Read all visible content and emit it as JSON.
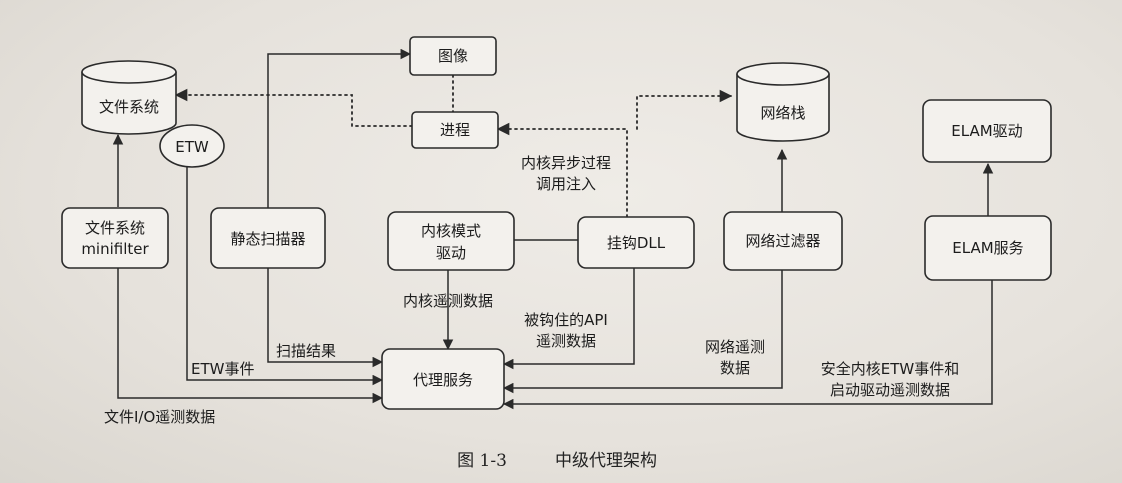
{
  "nodes": {
    "file_system": "文件系统",
    "etw": "ETW",
    "image": "图像",
    "process": "进程",
    "network_stack": "网络栈",
    "elam_driver": "ELAM驱动",
    "fs_minifilter_line1": "文件系统",
    "fs_minifilter_line2": "minifilter",
    "static_scanner": "静态扫描器",
    "kernel_driver_line1": "内核模式",
    "kernel_driver_line2": "驱动",
    "hooked_dll": "挂钩DLL",
    "network_filter": "网络过滤器",
    "elam_service": "ELAM服务",
    "agent_service": "代理服务"
  },
  "edge_labels": {
    "kernel_apc_line1": "内核异步过程",
    "kernel_apc_line2": "调用注入",
    "kernel_telemetry": "内核遥测数据",
    "hooked_api_line1": "被钩住的API",
    "hooked_api_line2": "遥测数据",
    "scan_results": "扫描结果",
    "etw_events": "ETW事件",
    "file_io_telemetry": "文件I/O遥测数据",
    "network_telemetry_line1": "网络遥测",
    "network_telemetry_line2": "数据",
    "secure_etw_line1": "安全内核ETW事件和",
    "secure_etw_line2": "启动驱动遥测数据"
  },
  "caption": {
    "figure_number": "图 1-3",
    "title": "中级代理架构"
  }
}
